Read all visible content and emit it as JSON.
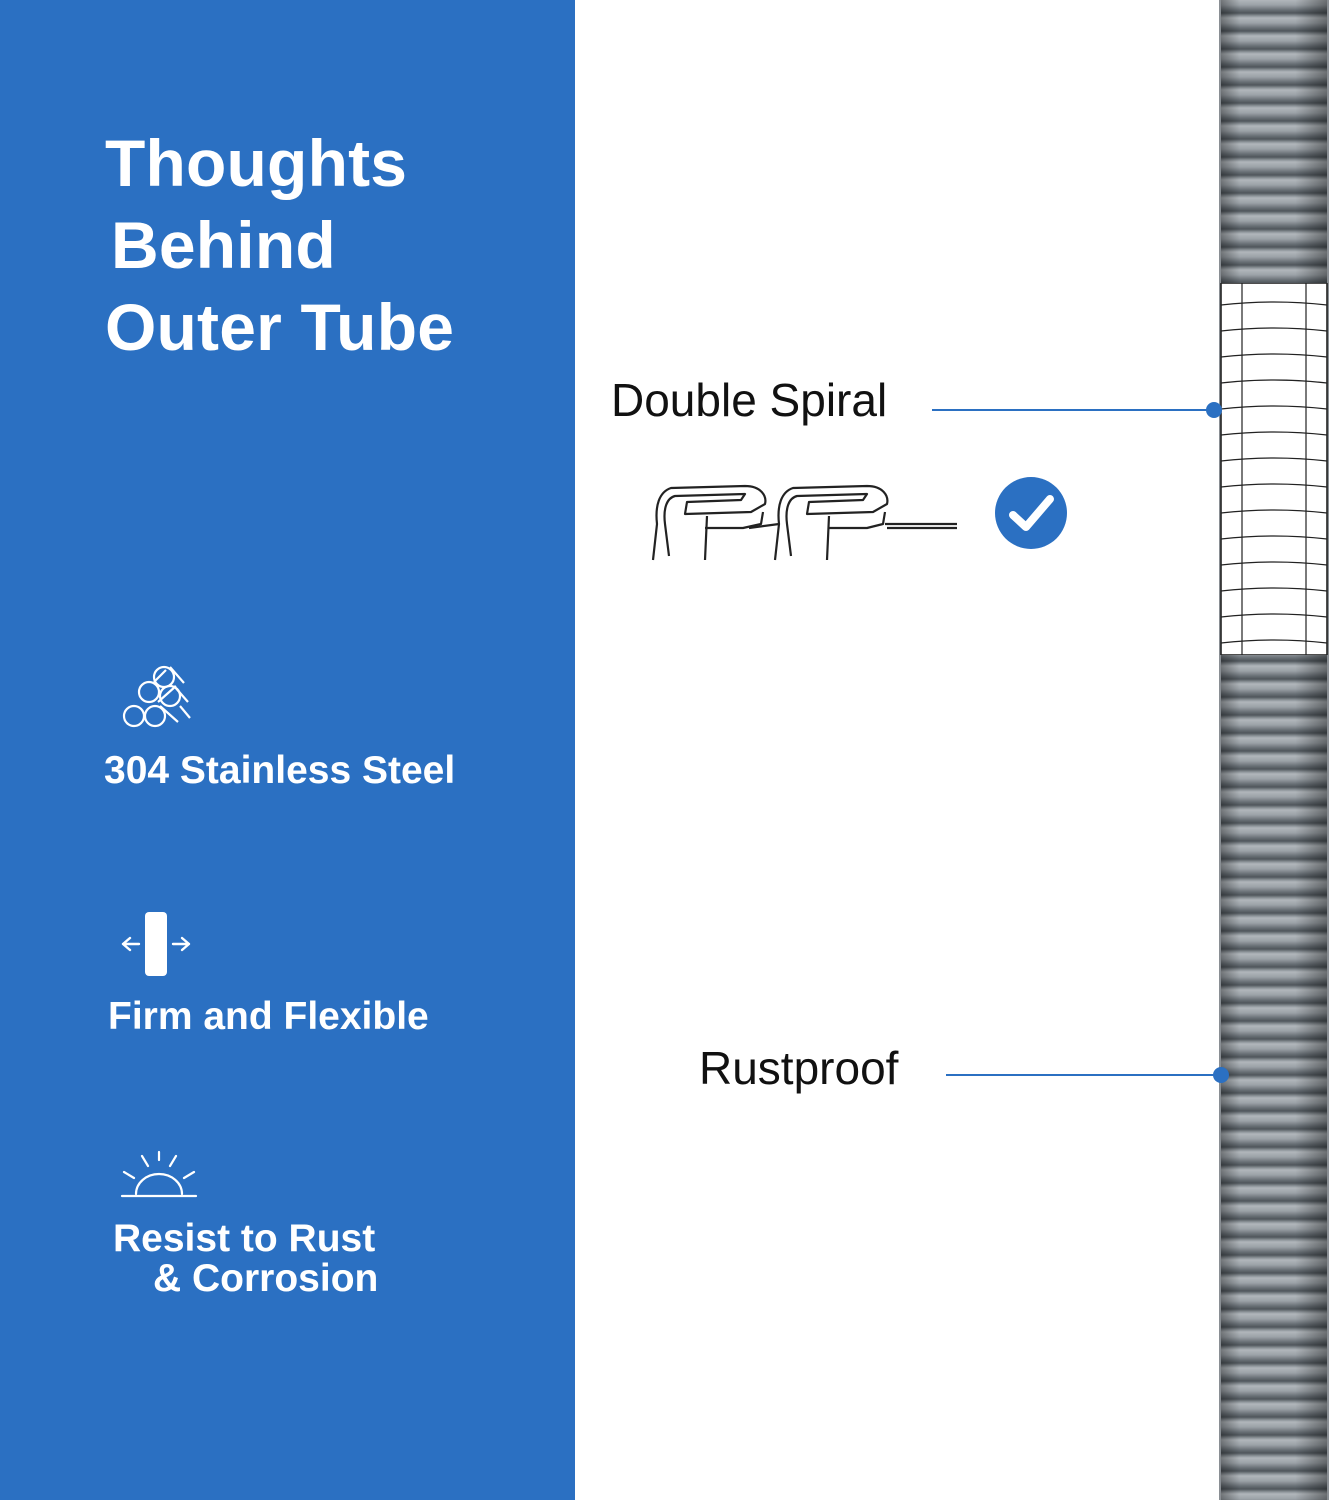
{
  "headline": {
    "lines": [
      "Thoughts",
      "Behind",
      "Outer Tube"
    ]
  },
  "features": [
    {
      "icon": "steel-bars-icon",
      "label": "304 Stainless Steel"
    },
    {
      "icon": "flex-arrows-icon",
      "label": "Firm and Flexible"
    },
    {
      "icon": "sunrise-icon",
      "label_lines": [
        "Resist to Rust",
        "& Corrosion"
      ]
    }
  ],
  "callouts": {
    "double_spiral": "Double Spiral",
    "rustproof": "Rustproof"
  },
  "colors": {
    "panel_blue": "#2b70c2",
    "text_white": "#ffffff",
    "text_dark": "#111111",
    "accent_blue": "#2b70c2"
  },
  "icons": {
    "check": "check-circle-icon",
    "spiral_profile": "double-spiral-profile-diagram",
    "hose": "steel-hose-illustration"
  }
}
